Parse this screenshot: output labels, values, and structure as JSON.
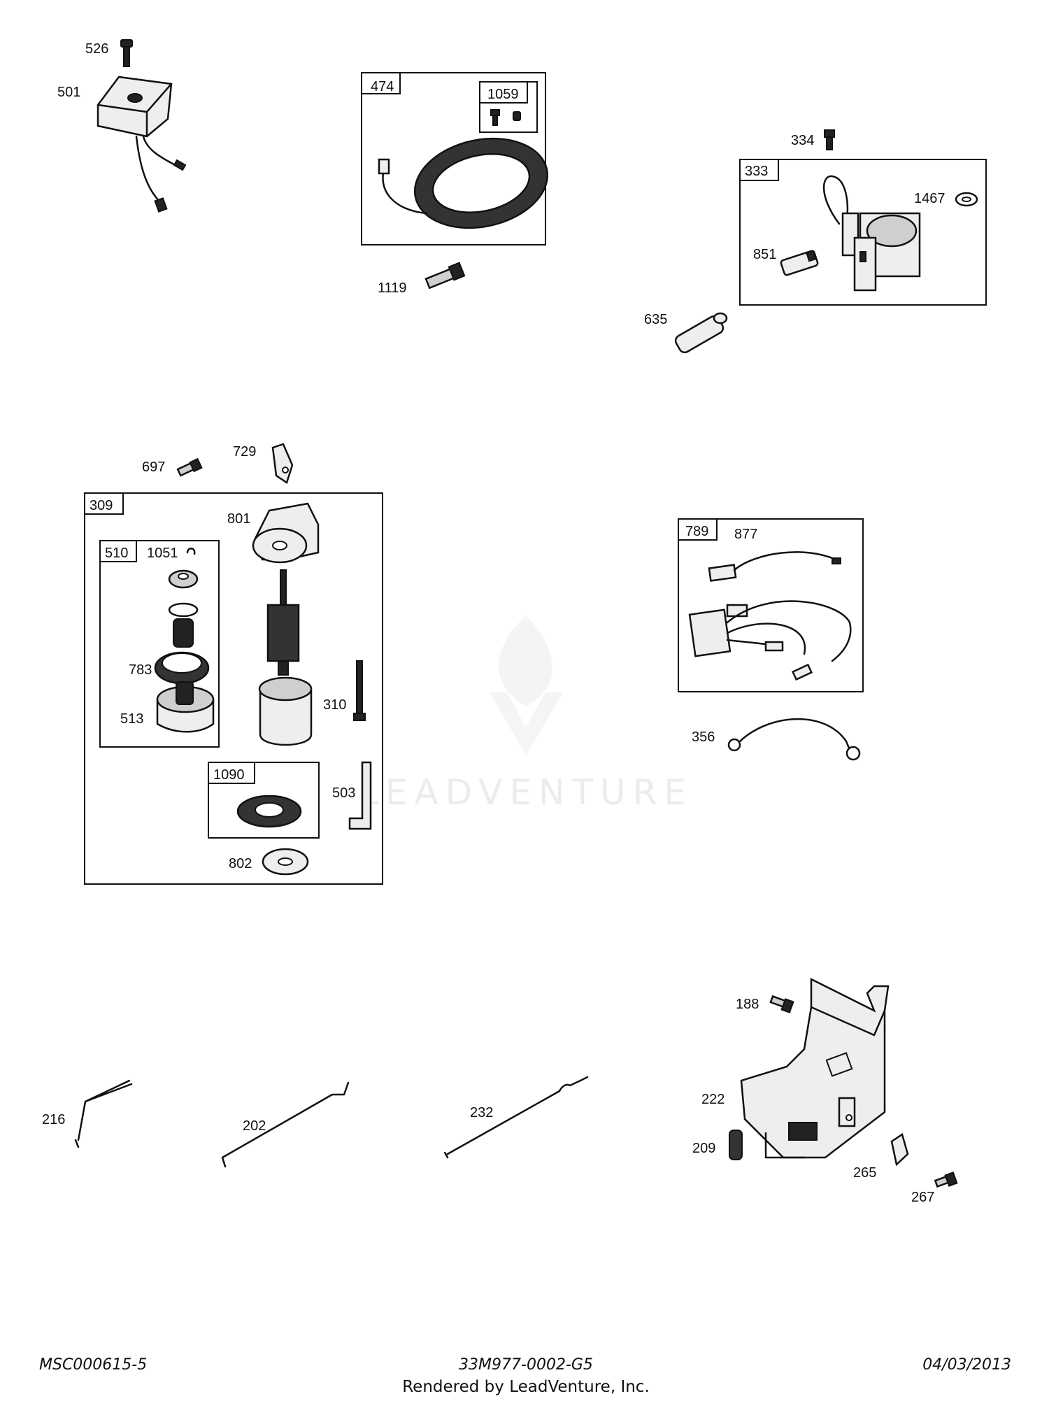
{
  "labels": {
    "l526": "526",
    "l501": "501",
    "l474": "474",
    "l1059": "1059",
    "l1119": "1119",
    "l334": "334",
    "l333": "333",
    "l1467": "1467",
    "l851": "851",
    "l635": "635",
    "l697": "697",
    "l729": "729",
    "l309": "309",
    "l801": "801",
    "l510": "510",
    "l1051": "1051",
    "l783": "783",
    "l513": "513",
    "l310": "310",
    "l1090": "1090",
    "l503": "503",
    "l802": "802",
    "l789": "789",
    "l877": "877",
    "l356": "356",
    "l188": "188",
    "l222": "222",
    "l209": "209",
    "l265": "265",
    "l267": "267",
    "l216": "216",
    "l202": "202",
    "l232": "232"
  },
  "watermark": "LEADVENTURE",
  "footer": {
    "left": "MSC000615-5",
    "center": "33M977-0002-G5",
    "right": "04/03/2013",
    "rendered": "Rendered by LeadVenture, Inc."
  }
}
